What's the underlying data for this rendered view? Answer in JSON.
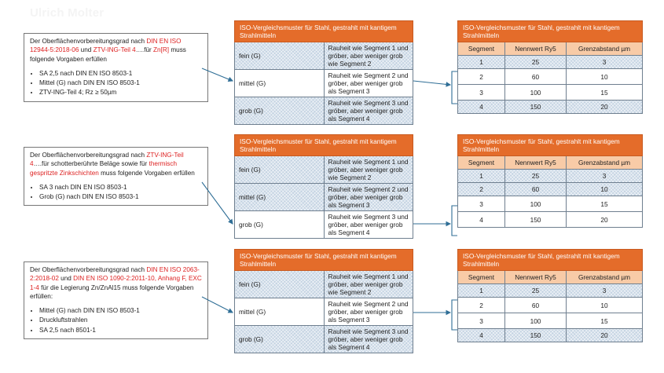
{
  "author": "Ulrich Molter",
  "texts": {
    "fein": "Rauheit wie Segment 1 und gröber, aber weniger grob wie Segment 2",
    "mittel": "Rauheit wie Segment 2 und gröber, aber weniger grob als Segment 3",
    "grob": "Rauheit wie Segment 3 und gröber, aber weniger grob als Segment 4"
  },
  "labels": {
    "fein": "fein (G)",
    "mittel": "mittel (G)",
    "grob": "grob (G)"
  },
  "col_headers": {
    "segment": "Segment",
    "ry5": "Nennwert Ry5",
    "grenz": "Grenzabstand µm"
  },
  "rows": [
    {
      "seg": "1",
      "ry5": "25",
      "grenz": "3"
    },
    {
      "seg": "2",
      "ry5": "60",
      "grenz": "10"
    },
    {
      "seg": "3",
      "ry5": "100",
      "grenz": "15"
    },
    {
      "seg": "4",
      "ry5": "150",
      "grenz": "20"
    }
  ],
  "sections": [
    {
      "req": {
        "p1": "Der Oberflächenvorbereitungsgrad nach ",
        "p1_red": "DIN EN ISO 12944-5:2018-06",
        "p2": " und ",
        "p2_red": "ZTV-ING-Teil 4",
        "p3": "….für ",
        "p3_red": "Zn[R]",
        "p4": " muss folgende Vorgaben erfüllen",
        "items": [
          "SA 2,5 nach DIN EN ISO 8503-1",
          "Mittel (G) nach DIN EN ISO 8503-1",
          "ZTV-ING-Teil 4; Rz ≥ 50µm"
        ]
      },
      "iso_title": "ISO-Vergleichsmuster für Stahl, gestrahlt mit kantigem Strahlmitteln",
      "seg_title": "ISO-Vergleichsmuster für Stahl, gestrahlt mit kantigem Strahlmitteln"
    },
    {
      "req": {
        "p1": "Der Oberflächenvorbereitungsgrad nach ",
        "p1_red": "ZTV-ING-Teil 4",
        "p2": "….für schotterberührte Beläge sowie für ",
        "p2_red": "thermisch gespritzte Zinkschichten",
        "p3": " muss folgende Vorgaben erfüllen",
        "items": [
          "SA 3 nach DIN EN ISO 8503-1",
          "Grob (G) nach DIN EN ISO 8503-1"
        ]
      },
      "iso_title": "ISO-Vergleichsmuster für Stahl, gestrahlt mit kantigem Strahlmitteln",
      "seg_title": "ISO-Vergleichsmuster für Stahl, gestrahlt mit kantigem Strahlmitteln"
    },
    {
      "req": {
        "p1": "Der Oberflächenvorbereitungsgrad nach ",
        "p1_red": "DIN EN ISO 2063-2:2018-02",
        "p2": " und ",
        "p2_red": "DIN EN ISO 1090-2:2011-10, Anhang F, EXC 1-4",
        "p3": " für die Legierung Zn/ZnAl15 muss folgende Vorgaben erfüllen:",
        "items": [
          "Mittel (G) nach DIN EN ISO 8503-1",
          "Druckluftstrahlen",
          "SA 2,5 nach 8501-1"
        ]
      },
      "iso_title": "ISO-Vergleichsmuster für Stahl, gestrahlt mit kantigem Strahlmitteln",
      "seg_title": "ISO-Vergleichsmuster für Stahl, gestrahlt mit kantigem Strahlmitteln"
    }
  ]
}
